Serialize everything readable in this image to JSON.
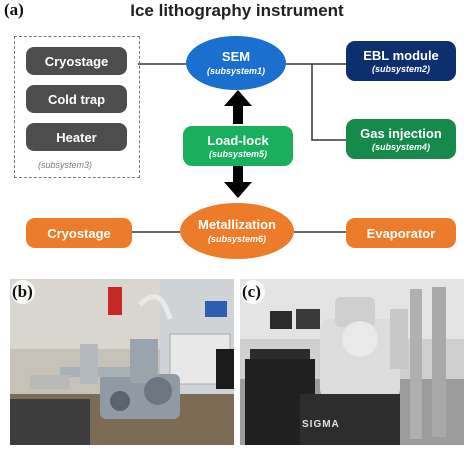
{
  "figure_title": "Ice lithography instrument",
  "panels": {
    "a": "(a)",
    "b": "(b)",
    "c": "(c)"
  },
  "subsystem3": {
    "items": [
      "Cryostage",
      "Cold trap",
      "Heater"
    ],
    "label": "(subsystem3)"
  },
  "sem": {
    "name": "SEM",
    "sub": "(subsystem1)"
  },
  "load_lock": {
    "name": "Load-lock",
    "sub": "(subsystem5)"
  },
  "metallization": {
    "name": "Metallization",
    "sub": "(subsystem6)"
  },
  "ebl": {
    "name": "EBL module",
    "sub": "(subsystem2)"
  },
  "gas": {
    "name": "Gas injection",
    "sub": "(subsystem4)"
  },
  "cryostage_right": "Cryostage",
  "evaporator": "Evaporator",
  "photo_c_text": "SIGMA",
  "colors": {
    "sem_blue": "#1b6fcf",
    "ebl_navy": "#0d2f6e",
    "loadlock_green": "#1aaf5d",
    "gas_green": "#168a4a",
    "metal_orange": "#ec7b2a",
    "grey_box": "#4d4d4d"
  }
}
